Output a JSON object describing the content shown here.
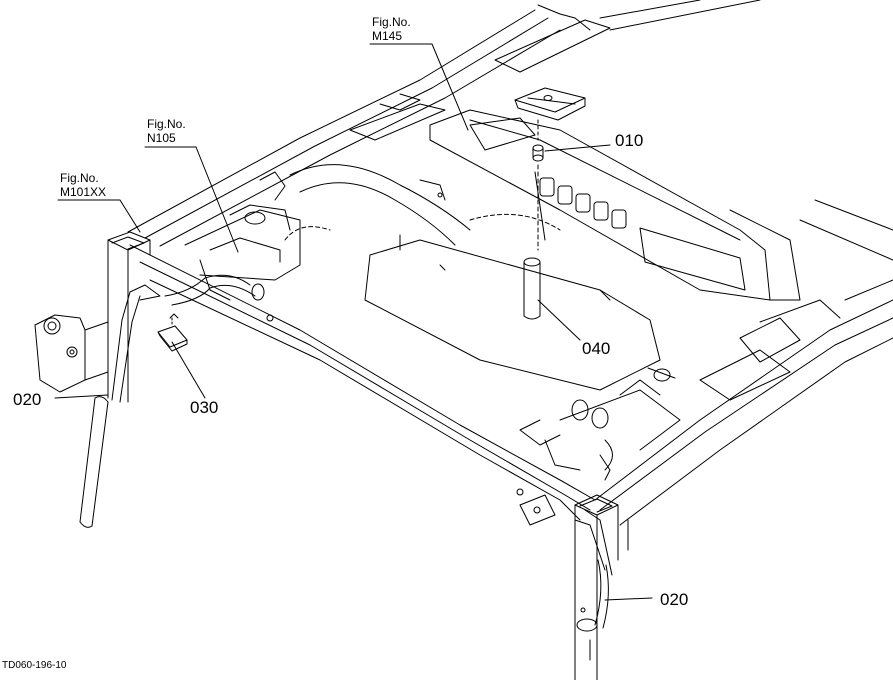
{
  "callouts": {
    "m145": {
      "line1": "Fig.No.",
      "line2": "M145"
    },
    "n105": {
      "line1": "Fig.No.",
      "line2": "N105"
    },
    "m101xx": {
      "line1": "Fig.No.",
      "line2": "M101XX"
    }
  },
  "parts": {
    "p010": "010",
    "p040": "040",
    "p020_left": "020",
    "p030": "030",
    "p020_right": "020"
  },
  "drawing_code": "TD060-196-10"
}
